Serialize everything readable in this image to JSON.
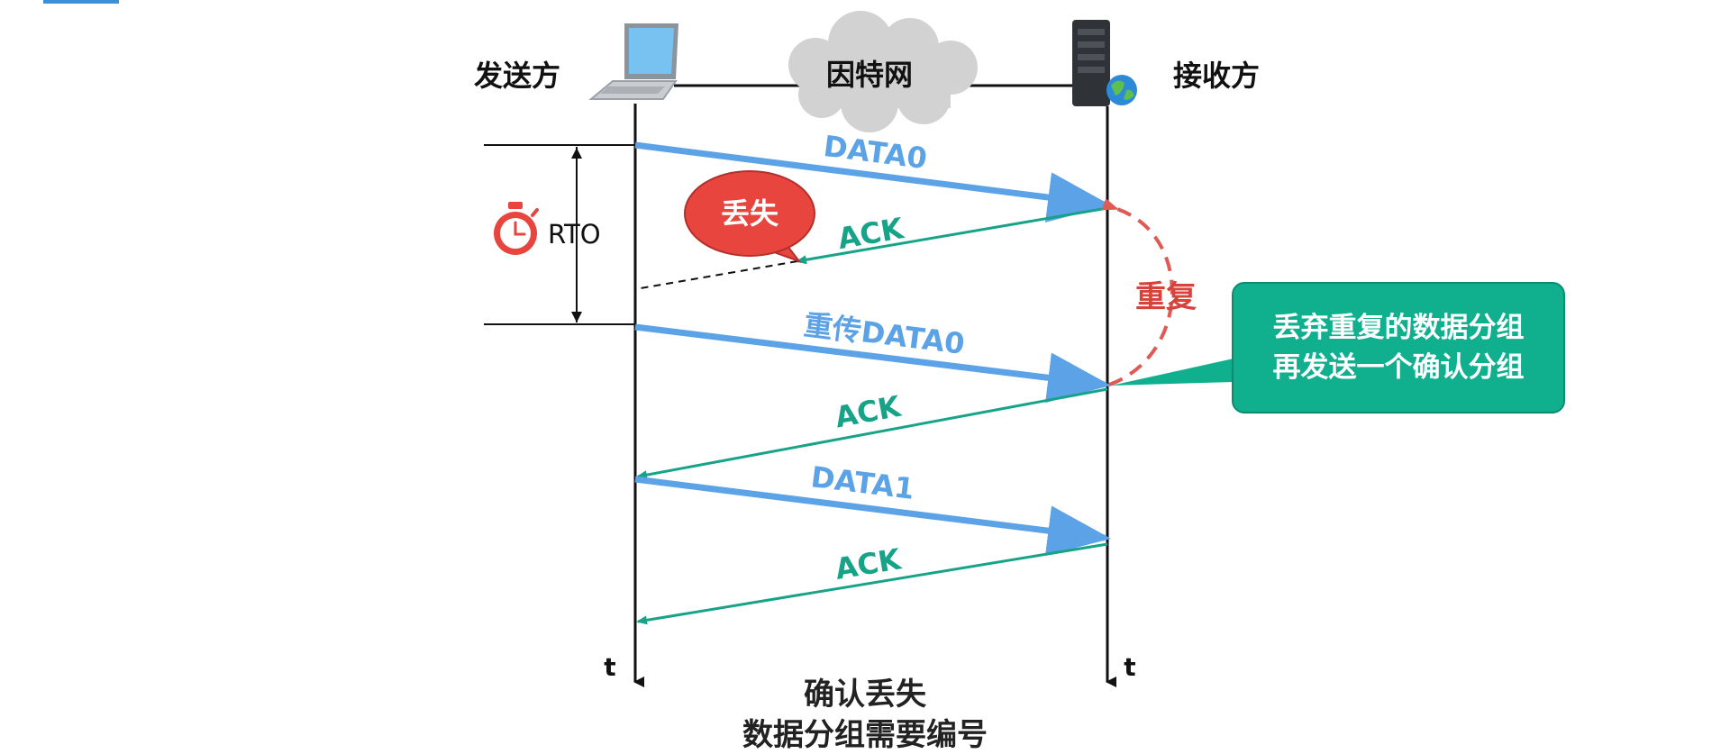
{
  "sender": {
    "label": "发送方"
  },
  "receiver": {
    "label": "接收方"
  },
  "network": {
    "label": "因特网"
  },
  "timer": {
    "label": "RTO"
  },
  "time_axis": {
    "sender_label": "t",
    "receiver_label": "t"
  },
  "messages": [
    {
      "label": "DATA0",
      "direction": "to-receiver",
      "color": "#5ba2e6",
      "status": "delivered"
    },
    {
      "label": "ACK",
      "direction": "to-sender",
      "color": "#17a387",
      "status": "lost"
    },
    {
      "label": "重传DATA0",
      "direction": "to-receiver",
      "color": "#5ba2e6",
      "status": "delivered"
    },
    {
      "label": "ACK",
      "direction": "to-sender",
      "color": "#17a387",
      "status": "delivered"
    },
    {
      "label": "DATA1",
      "direction": "to-receiver",
      "color": "#5ba2e6",
      "status": "delivered"
    },
    {
      "label": "ACK",
      "direction": "to-sender",
      "color": "#17a387",
      "status": "delivered"
    }
  ],
  "lost_badge": {
    "label": "丢失",
    "color": "#e8453f"
  },
  "duplicate": {
    "label": "重复",
    "color": "#e05a55"
  },
  "note": {
    "line1": "丢弃重复的数据分组",
    "line2": "再发送一个确认分组",
    "color": "#10b08f"
  },
  "caption": {
    "line1": "确认丢失",
    "line2": "数据分组需要编号"
  },
  "icons": {
    "sender": "laptop-icon",
    "receiver": "server-icon",
    "network": "cloud-icon",
    "timer": "stopwatch-icon"
  }
}
